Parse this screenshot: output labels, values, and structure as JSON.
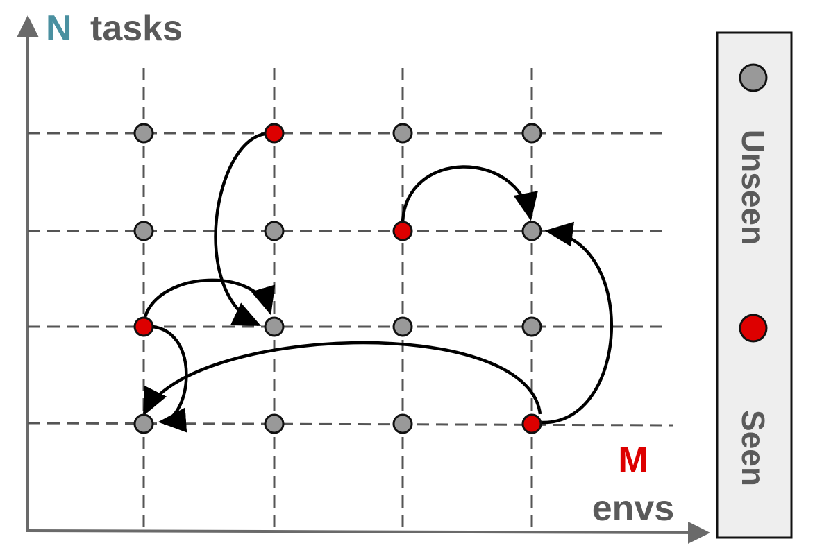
{
  "y_axis": {
    "letter": "N",
    "word": "tasks",
    "letter_color": "#4a90a0",
    "word_color": "#5a5a5a"
  },
  "x_axis": {
    "letter": "M",
    "word": "envs",
    "letter_color": "#dd0000",
    "word_color": "#5a5a5a"
  },
  "colors": {
    "axis": "#6a6a6a",
    "grid": "#555555",
    "unseen": "#999999",
    "seen": "#dd0000",
    "stroke": "#111111",
    "arrow": "#000000",
    "legend_bg": "#eeeeee"
  },
  "grid": {
    "columns": 4,
    "rows": 4
  },
  "nodes": [
    {
      "col": 1,
      "row": 1,
      "state": "unseen"
    },
    {
      "col": 2,
      "row": 1,
      "state": "seen"
    },
    {
      "col": 3,
      "row": 1,
      "state": "unseen"
    },
    {
      "col": 4,
      "row": 1,
      "state": "unseen"
    },
    {
      "col": 1,
      "row": 2,
      "state": "unseen"
    },
    {
      "col": 2,
      "row": 2,
      "state": "unseen"
    },
    {
      "col": 3,
      "row": 2,
      "state": "seen"
    },
    {
      "col": 4,
      "row": 2,
      "state": "unseen"
    },
    {
      "col": 1,
      "row": 3,
      "state": "seen"
    },
    {
      "col": 2,
      "row": 3,
      "state": "unseen"
    },
    {
      "col": 3,
      "row": 3,
      "state": "unseen"
    },
    {
      "col": 4,
      "row": 3,
      "state": "unseen"
    },
    {
      "col": 1,
      "row": 4,
      "state": "unseen"
    },
    {
      "col": 2,
      "row": 4,
      "state": "unseen"
    },
    {
      "col": 3,
      "row": 4,
      "state": "unseen"
    },
    {
      "col": 4,
      "row": 4,
      "state": "seen"
    }
  ],
  "arrows": [
    {
      "from": [
        2,
        1
      ],
      "to": [
        2,
        3
      ]
    },
    {
      "from": [
        3,
        2
      ],
      "to": [
        4,
        2
      ]
    },
    {
      "from": [
        1,
        3
      ],
      "to": [
        2,
        3
      ]
    },
    {
      "from": [
        1,
        3
      ],
      "to": [
        1,
        4
      ]
    },
    {
      "from": [
        4,
        4
      ],
      "to": [
        1,
        4
      ]
    },
    {
      "from": [
        4,
        4
      ],
      "to": [
        4,
        2
      ]
    }
  ],
  "legend": [
    {
      "state": "unseen",
      "label": "Unseen"
    },
    {
      "state": "seen",
      "label": "Seen"
    }
  ]
}
